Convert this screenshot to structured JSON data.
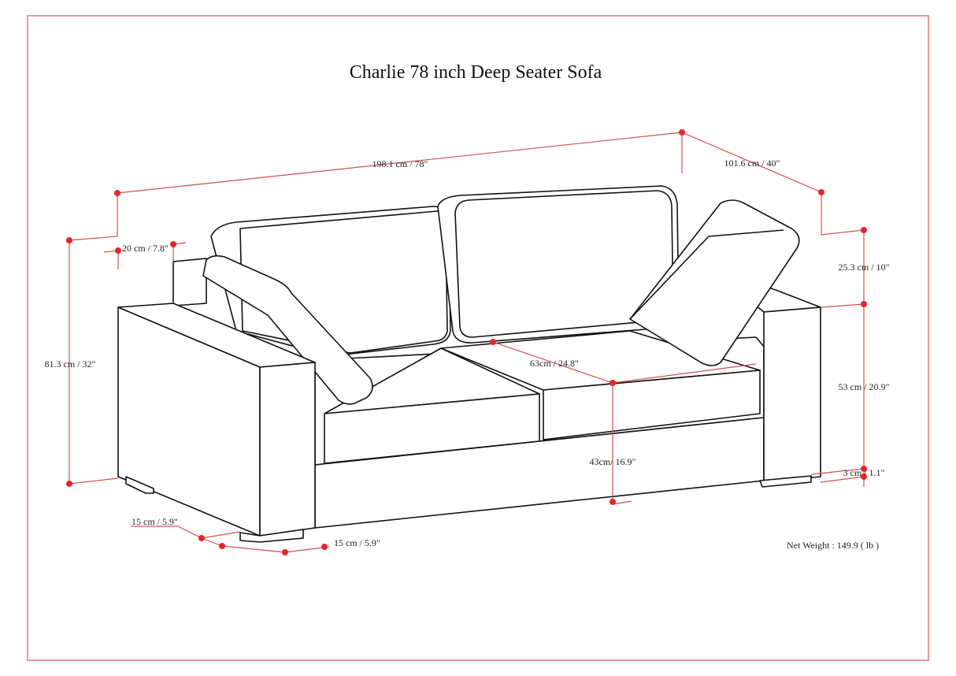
{
  "title": "Charlie 78 inch Deep Seater Sofa",
  "dimensions": {
    "width": "198.1 cm / 78\"",
    "depth": "101.6 cm / 40\"",
    "height": "81.3 cm / 32\"",
    "arm_width": "20 cm / 7.8\"",
    "back_height": "25.3 cm / 10\"",
    "arm_height": "53 cm / 20.9\"",
    "leg_height": "3 cm / 1.1\"",
    "seat_depth": "63cm / 24.8\"",
    "seat_height": "43cm/ 16.9\"",
    "leg_width": "15 cm / 5.9\"",
    "leg_depth": "15 cm / 5.9\""
  },
  "net_weight": "Net Weight : 149.9 ( lb )",
  "colors": {
    "border": "#e8989a",
    "dimension_line": "#d2504f",
    "dimension_dot": "#e8262a",
    "outline": "#111111"
  }
}
